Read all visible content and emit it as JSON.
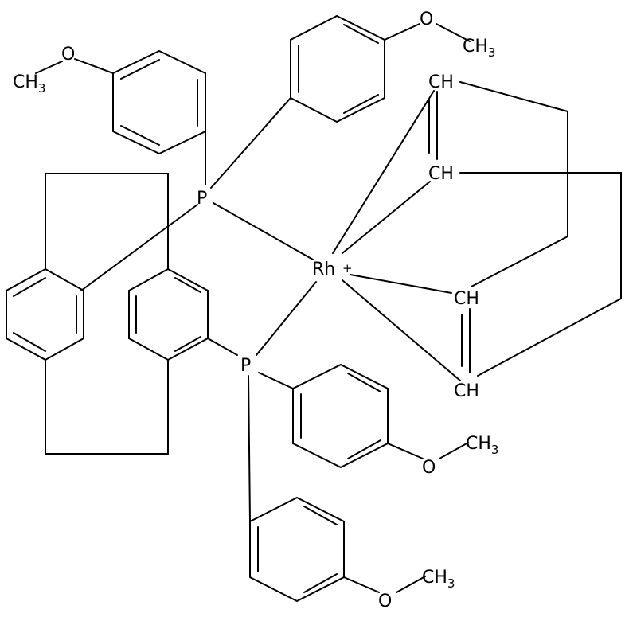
{
  "molecule": {
    "metal": "Rh",
    "charge": "+",
    "phosphorus": "P",
    "oxygen": "O",
    "methyl": "CH",
    "methyl_sub": "3",
    "alkene_ch": "CH"
  }
}
